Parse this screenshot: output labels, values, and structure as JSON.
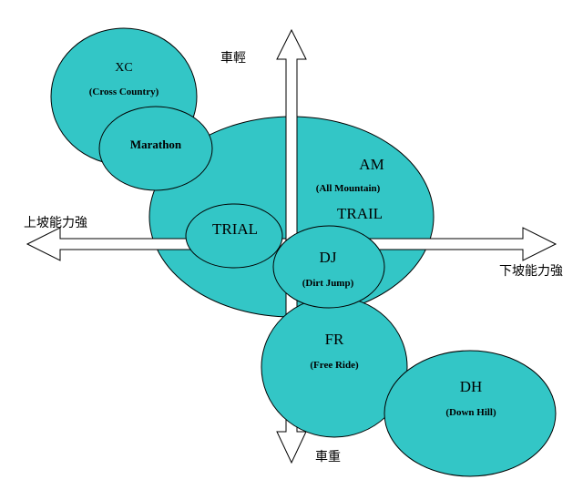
{
  "axes": {
    "top": "車輕",
    "bottom": "車重",
    "left": "上坡能力強",
    "right": "下坡能力強"
  },
  "categories": {
    "xc": {
      "abbr": "XC",
      "full": "(Cross Country)"
    },
    "marathon": {
      "label": "Marathon"
    },
    "am": {
      "abbr": "AM",
      "full": "(All Mountain)"
    },
    "trail": {
      "label": "TRAIL"
    },
    "trial": {
      "label": "TRIAL"
    },
    "dj": {
      "abbr": "DJ",
      "full": "(Dirt Jump)"
    },
    "fr": {
      "abbr": "FR",
      "full": "(Free Ride)"
    },
    "dh": {
      "abbr": "DH",
      "full": "(Down Hill)"
    }
  },
  "colors": {
    "bubble": "#33C6C6",
    "outline": "#000000",
    "background": "#FFFFFF"
  }
}
